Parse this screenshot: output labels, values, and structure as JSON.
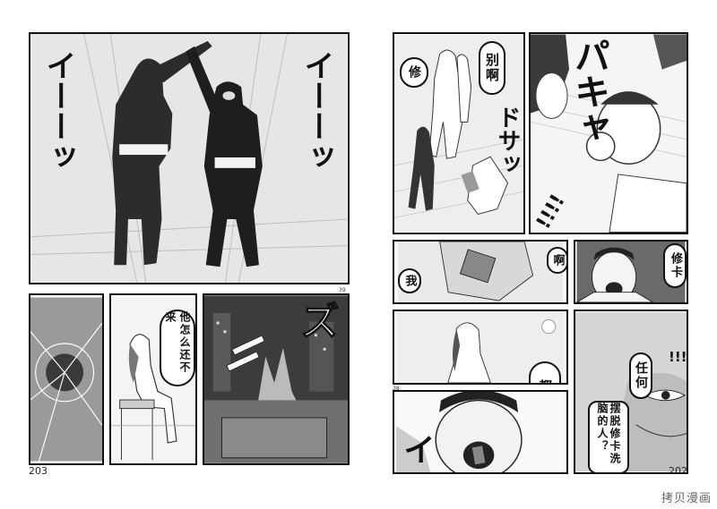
{
  "left_page": {
    "page_number": "203",
    "panel_marker": "39",
    "sfx_left": "イーーッ",
    "sfx_right": "イーーッ",
    "sfx_zu": "ズ",
    "bubble_text": "他怎么还不来"
  },
  "right_page": {
    "page_number": "202",
    "panel_marker": "38",
    "bubble_shu": "修",
    "bubble_biea": "别啊",
    "sfx_dosa": "ドサッ",
    "sfx_pakya": "パキャ",
    "sfx_excl1": "!!!!",
    "bubble_a": "啊",
    "bubble_wo": "我",
    "bubble_shuka": "修卡",
    "sfx_excl2": "!!!!",
    "bubble_renhe": "任何",
    "bubble_baituo": "摆脱修卡洗脑的人？",
    "bubble_douyaosi": "都要死",
    "sfx_i": "イ"
  },
  "watermark": "拷贝漫画"
}
